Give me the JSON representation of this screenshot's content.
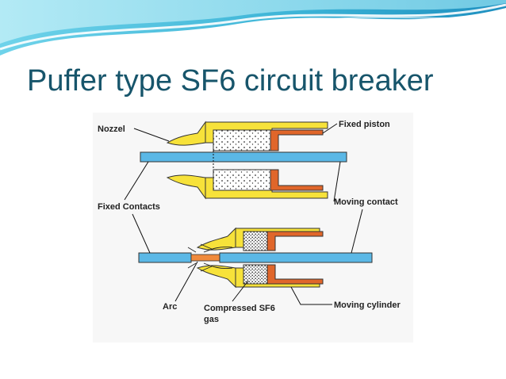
{
  "slide": {
    "title": "Puffer type SF6 circuit breaker"
  },
  "diagram": {
    "labels": {
      "nozzel": "Nozzel",
      "fixed_piston": "Fixed piston",
      "fixed_contacts": "Fixed Contacts",
      "moving_contact": "Moving contact",
      "arc": "Arc",
      "compressed_sf6_line1": "Compressed SF6",
      "compressed_sf6_line2": "gas",
      "moving_cylinder": "Moving cylinder"
    },
    "colors": {
      "contact_rod": "#5bb8e6",
      "nozzle_cylinder": "#f7e23a",
      "piston": "#e0662a",
      "arc": "#f08a3c",
      "gas_chamber": "#ffffff",
      "title": "#17556b",
      "header_wave": "#3bb3d6"
    }
  }
}
